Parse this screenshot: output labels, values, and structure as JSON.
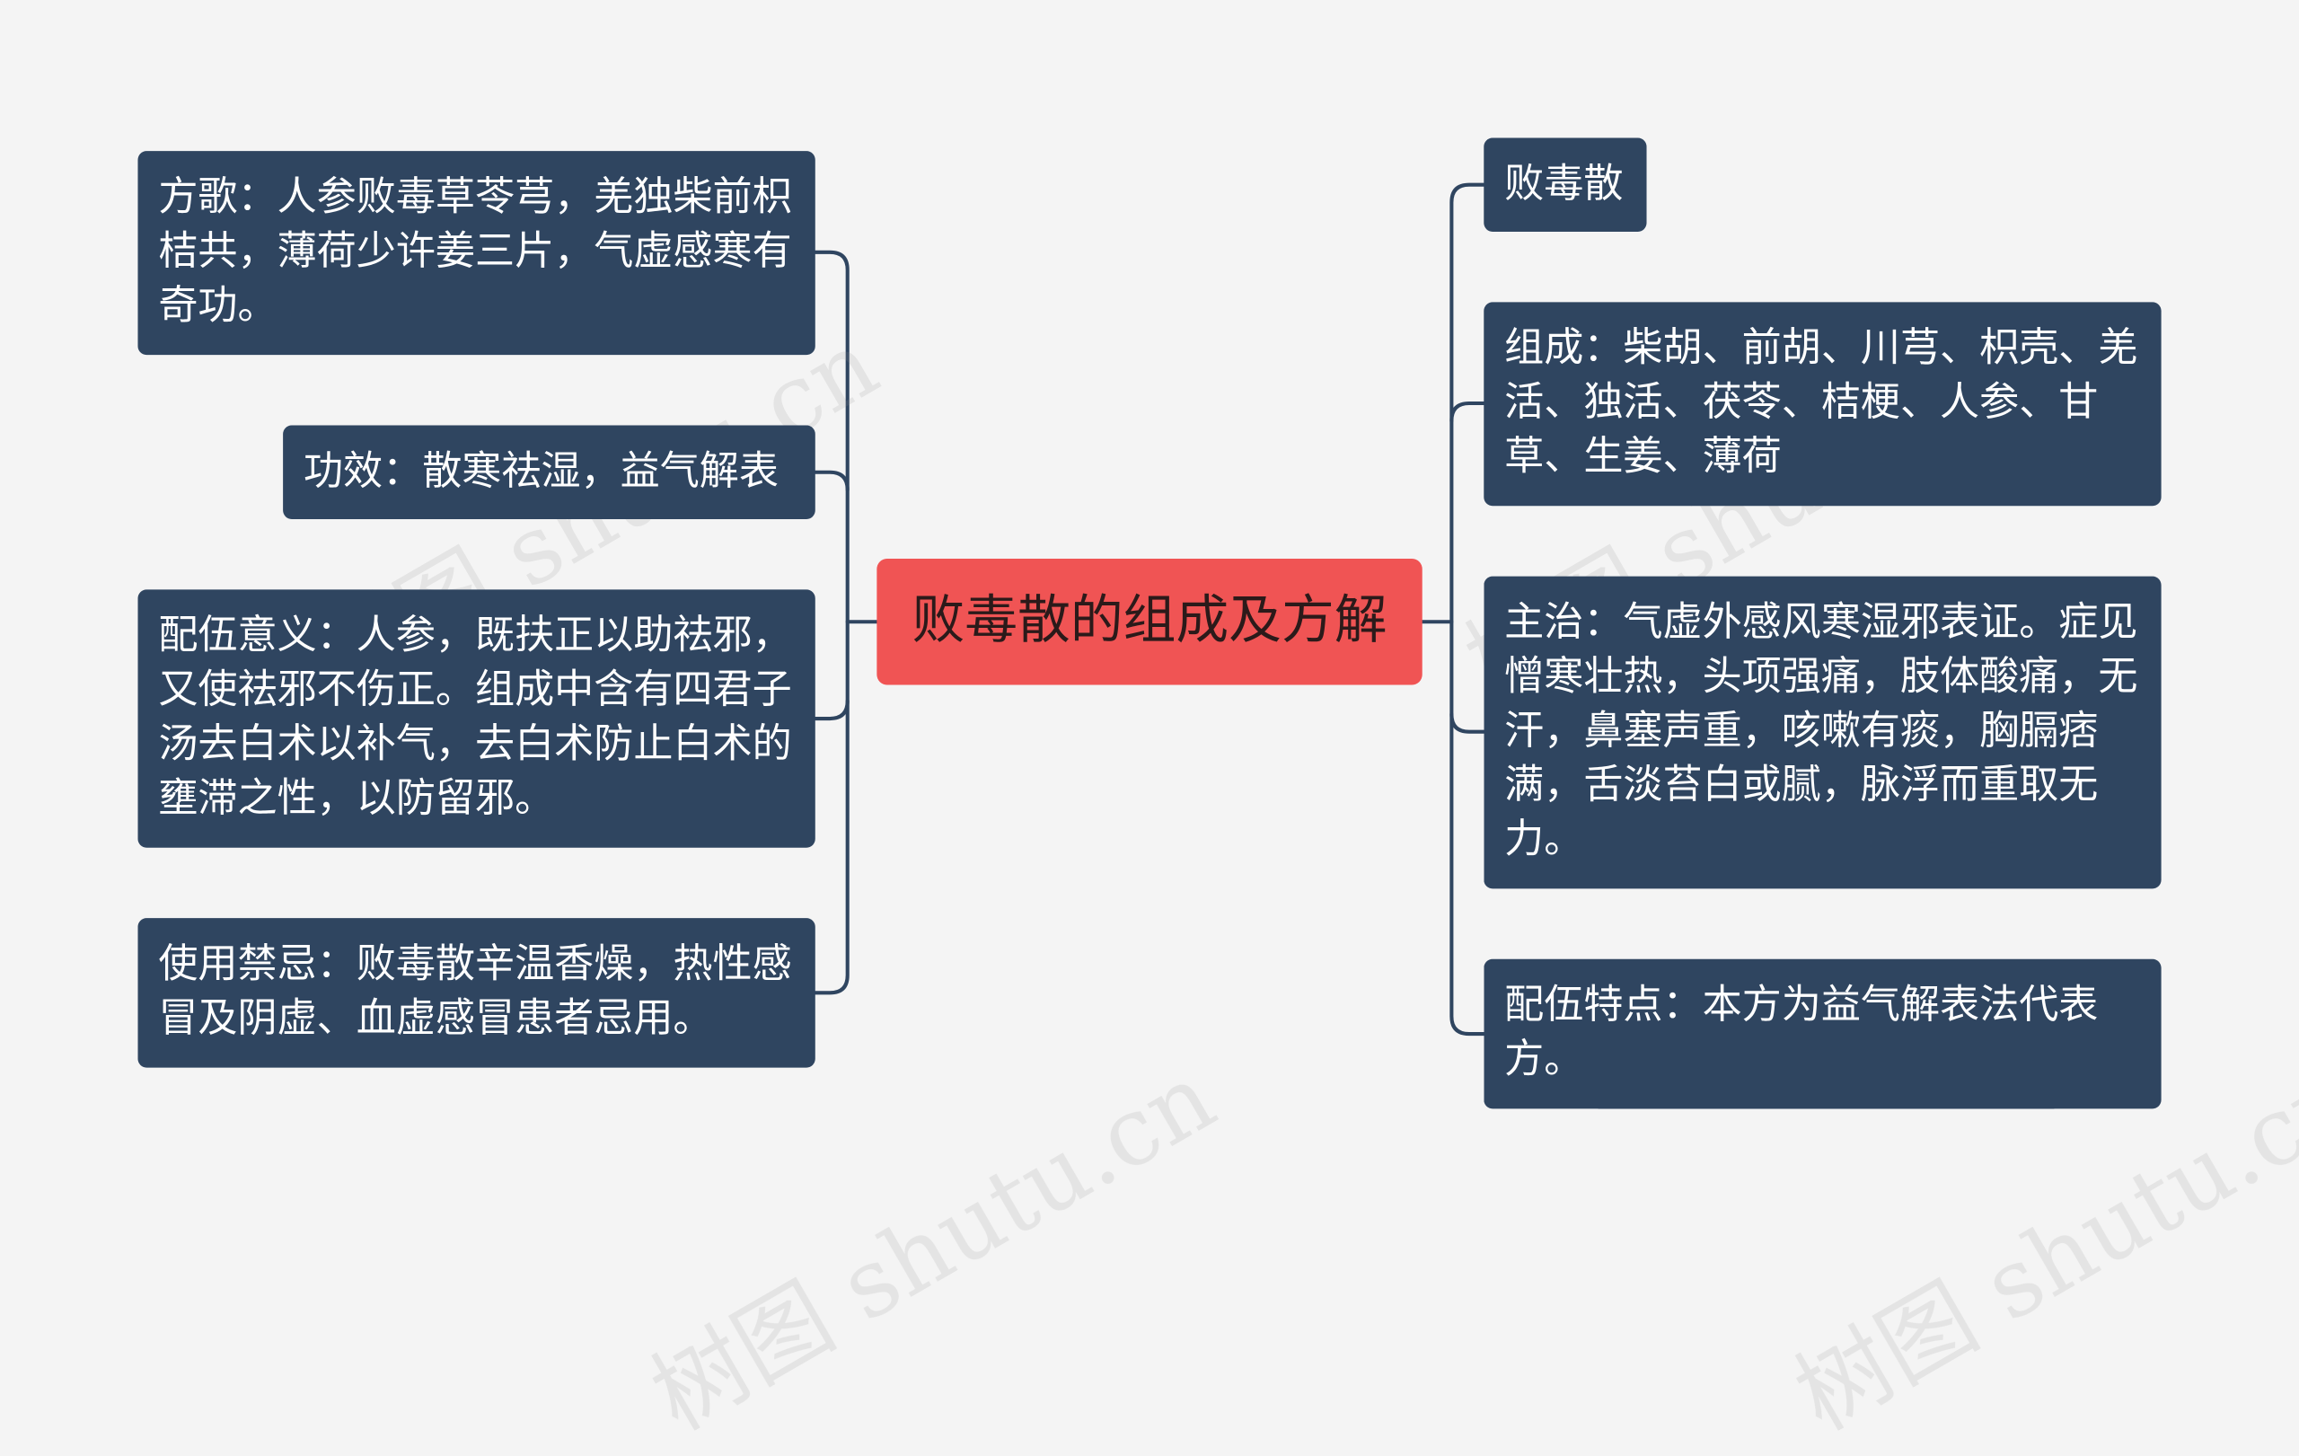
{
  "root": {
    "title": "败毒散的组成及方解",
    "color": "#f05454"
  },
  "node_color": "#2f4560",
  "line_color": "#2f4560",
  "left_branches": [
    {
      "id": "fangge",
      "text": "方歌：人参败毒草苓芎，羌独柴前枳桔共，薄荷少许姜三片，气虚感寒有奇功。"
    },
    {
      "id": "gongxiao",
      "text": "功效：散寒祛湿，益气解表"
    },
    {
      "id": "peiwu-yiyi",
      "text": "配伍意义：人参，既扶正以助祛邪，又使祛邪不伤正。组成中含有四君子汤去白术以补气，去白术防止白术的壅滞之性，以防留邪。"
    },
    {
      "id": "jinji",
      "text": "使用禁忌：败毒散辛温香燥，热性感冒及阴虚、血虚感冒患者忌用。"
    }
  ],
  "right_branches": [
    {
      "id": "name",
      "text": "败毒散"
    },
    {
      "id": "zucheng",
      "text": "组成：柴胡、前胡、川芎、枳壳、羌活、独活、茯苓、桔梗、人参、甘草、生姜、薄荷"
    },
    {
      "id": "zhuzhi",
      "text": "主治：气虚外感风寒湿邪表证。症见憎寒壮热，头项强痛，肢体酸痛，无汗，鼻塞声重，咳嗽有痰，胸膈痞满，舌淡苔白或腻，脉浮而重取无力。"
    },
    {
      "id": "peiwu-tedian",
      "text": "配伍特点：本方为益气解表法代表方。"
    }
  ],
  "watermark": "树图 shutu.cn"
}
